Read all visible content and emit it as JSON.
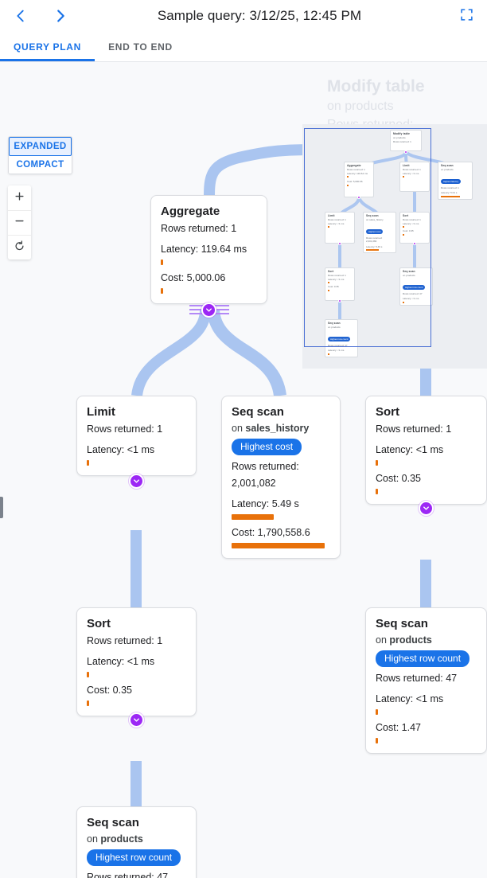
{
  "header": {
    "title": "Sample query: 3/12/25, 12:45 PM",
    "prev_icon": "chevron-left-icon",
    "next_icon": "chevron-right-icon",
    "fullscreen_icon": "fullscreen-icon"
  },
  "tabs": [
    {
      "label": "QUERY PLAN",
      "active": true
    },
    {
      "label": "END TO END",
      "active": false
    }
  ],
  "controls": {
    "expanded_label": "EXPANDED",
    "compact_label": "COMPACT",
    "zoom_in_label": "+",
    "zoom_out_label": "−",
    "reset_label": "↺",
    "active_density": "EXPANDED"
  },
  "colors": {
    "accent": "#1a73e8",
    "edge": "#aac5f0",
    "bar": "#e8710a",
    "collapse": "#9c27f5",
    "badge": "#1a73e8",
    "canvas_bg": "#f8f9fb",
    "minimap_bg": "#eceef2",
    "viewport_border": "#4a6fd4"
  },
  "nodes": [
    {
      "id": "aggregate",
      "title": "Aggregate",
      "rows": "Rows returned: 1",
      "latency": "Latency: 119.64 ms",
      "latency_bar_pct": 2,
      "cost": "Cost: 5,000.06",
      "cost_bar_pct": 2
    },
    {
      "id": "limit",
      "title": "Limit",
      "rows": "Rows returned: 1",
      "latency": "Latency: <1 ms",
      "latency_bar_pct": 2
    },
    {
      "id": "seqscan-sales",
      "title": "Seq scan",
      "on_prefix": "on ",
      "relation": "sales_history",
      "badge": "Highest cost",
      "rows": "Rows returned:",
      "rows2": "2,001,082",
      "latency": "Latency: 5.49 s",
      "latency_bar_pct": 43,
      "cost": "Cost: 1,790,558.6",
      "cost_bar_pct": 94
    },
    {
      "id": "sort-right",
      "title": "Sort",
      "rows": "Rows returned: 1",
      "latency": "Latency: <1 ms",
      "latency_bar_pct": 2,
      "cost": "Cost: 0.35",
      "cost_bar_pct": 2
    },
    {
      "id": "sort-left",
      "title": "Sort",
      "rows": "Rows returned: 1",
      "latency": "Latency: <1 ms",
      "latency_bar_pct": 2,
      "cost": "Cost: 0.35",
      "cost_bar_pct": 2
    },
    {
      "id": "seqscan-products-right",
      "title": "Seq scan",
      "on_prefix": "on ",
      "relation": "products",
      "badge": "Highest row count",
      "rows": "Rows returned: 47",
      "latency": "Latency: <1 ms",
      "latency_bar_pct": 2,
      "cost": "Cost: 1.47",
      "cost_bar_pct": 2
    },
    {
      "id": "seqscan-products-bottom",
      "title": "Seq scan",
      "on_prefix": "on ",
      "relation": "products",
      "badge": "Highest row count",
      "rows": "Rows returned: 47"
    }
  ],
  "ghost_nodes": [
    {
      "line1": "Modify table",
      "line2": "on products",
      "line3": "Rows returned:"
    },
    {
      "line1": "Limit",
      "line2": "Rows returned: 1",
      "line3": "Latency: <1 ms"
    }
  ],
  "minimap": {
    "nodes": [
      {
        "id": "mm-modify",
        "title": "Modify table",
        "sub": "on products",
        "l1": "Rows returned: 1"
      },
      {
        "id": "mm-aggregate",
        "title": "Aggregate",
        "sub": "Rows returned: 1",
        "l1": "Latency: 119.64 ms",
        "l2": "Cost: 5,000.06"
      },
      {
        "id": "mm-limit-top",
        "title": "Limit",
        "sub": "Rows returned: 1",
        "l1": "Latency: <1 ms"
      },
      {
        "id": "mm-seqscan-latency",
        "title": "Seq scan",
        "sub": "on products",
        "badge": "Highest latency",
        "l1": "Rows returned: 1",
        "l2": "Latency: 5.01 s",
        "l3": "Cost: 1.50"
      },
      {
        "id": "mm-limit-mid",
        "title": "Limit",
        "sub": "Rows returned: 1",
        "l1": "Latency: <1 ms"
      },
      {
        "id": "mm-seqscan-sales",
        "title": "Seq scan",
        "sub": "on sales_history",
        "badge": "Highest cost",
        "l1": "Rows returned: 2,001,082",
        "l2": "Latency: 5.49 s",
        "l3": "Cost: 1,790,558.6"
      },
      {
        "id": "mm-sort-right",
        "title": "Sort",
        "sub": "Rows returned: 1",
        "l1": "Latency: <1 ms",
        "l2": "Cost: 0.35"
      },
      {
        "id": "mm-sort-left",
        "title": "Sort",
        "sub": "Rows returned: 1",
        "l1": "Latency: <1 ms",
        "l2": "Cost: 0.35"
      },
      {
        "id": "mm-seqscan-prod-right",
        "title": "Seq scan",
        "sub": "on products",
        "badge": "Highest row count",
        "l1": "Rows returned: 47",
        "l2": "Latency: <1 ms",
        "l3": "Cost: 1.47"
      },
      {
        "id": "mm-seqscan-prod-bottom",
        "title": "Seq scan",
        "sub": "on products",
        "badge": "Highest row count",
        "l1": "Rows returned: 47",
        "l2": "Latency: <1 ms",
        "l3": "Cost: 1.47"
      }
    ]
  }
}
